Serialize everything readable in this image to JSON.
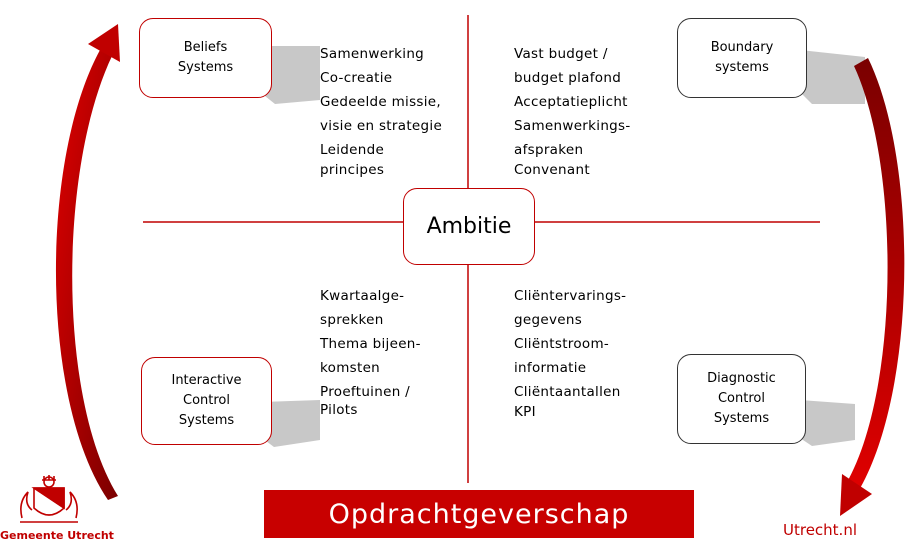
{
  "center_label": "Ambitie",
  "banner_title": "Opdrachtgeverschap",
  "boxes": {
    "beliefs": "Beliefs\nSystems",
    "boundary": "Boundary\nsystems",
    "interactive": "Interactive\nControl\nSystems",
    "diagnostic": "Diagnostic\nControl\nSystems"
  },
  "quadrants": {
    "top_left": [
      "Samenwerking",
      "Co-creatie",
      "Gedeelde missie,",
      "visie en strategie",
      "Leidende",
      "principes"
    ],
    "top_right": [
      "Vast budget /",
      "budget plafond",
      "Acceptatieplicht",
      "Samenwerkings-",
      "afspraken",
      "Convenant"
    ],
    "bottom_left": [
      "Kwartaalge-",
      "sprekken",
      "Thema bijeen-",
      "komsten",
      "Proeftuinen /",
      "Pilots"
    ],
    "bottom_right": [
      "Cliëntervarings-",
      "gegevens",
      "Cliëntstroom-",
      "informatie",
      "Cliëntaantallen",
      "KPI"
    ]
  },
  "footer": {
    "city_logo_text": "Gemeente Utrecht",
    "website": "Utrecht.nl"
  },
  "colors": {
    "accent": "#c80000",
    "shadow": "#c8c8c8",
    "arrow_dark": "#8b0000"
  },
  "icons": {
    "logo": "utrecht-coat-of-arms-icon"
  }
}
